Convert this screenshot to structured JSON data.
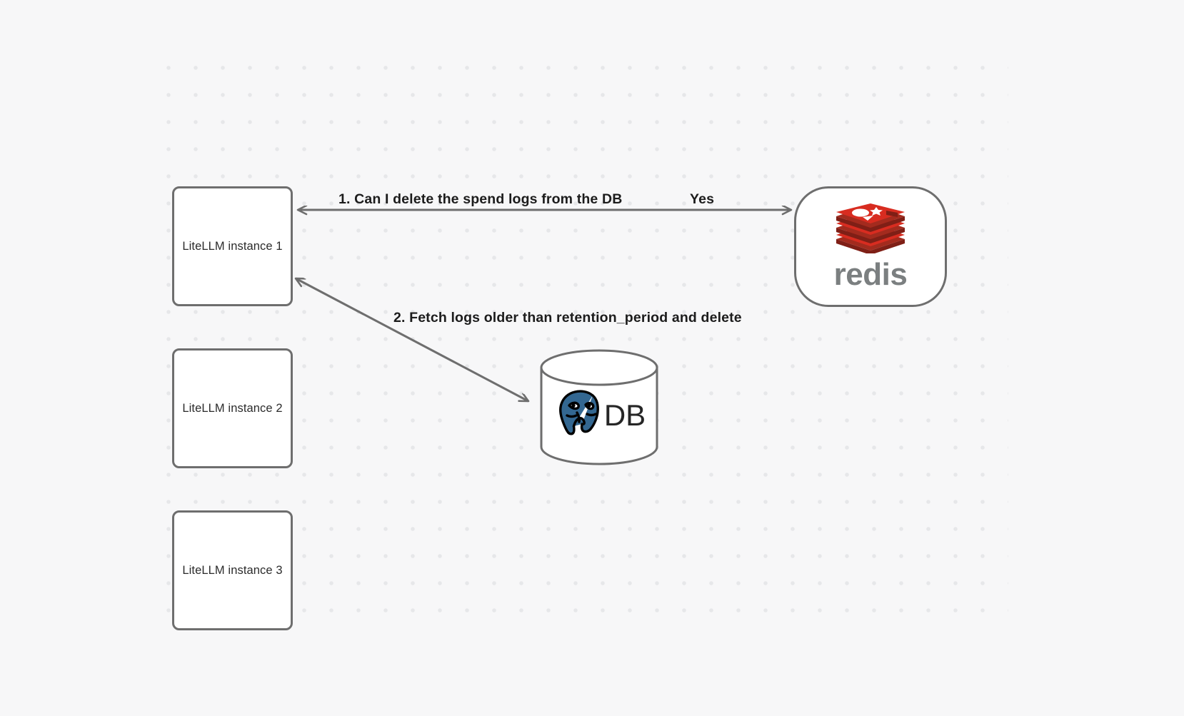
{
  "diagram": {
    "type": "flow-diagram",
    "background_color": "#f7f7f8",
    "grid": "dot-grid",
    "nodes": [
      {
        "id": "litellm-1",
        "label": "LiteLLM instance 1",
        "shape": "rounded-rect"
      },
      {
        "id": "litellm-2",
        "label": "LiteLLM instance 2",
        "shape": "rounded-rect"
      },
      {
        "id": "litellm-3",
        "label": "LiteLLM instance 3",
        "shape": "rounded-rect"
      },
      {
        "id": "redis",
        "label": "redis",
        "shape": "rounded-rect-pill",
        "logo": "redis-logo",
        "logo_color": "#d82c20"
      },
      {
        "id": "db",
        "label": "DB",
        "shape": "cylinder",
        "logo": "postgresql-elephant-icon",
        "logo_color": "#336791"
      }
    ],
    "edges": [
      {
        "id": "edge-1",
        "from": "redis",
        "to": "litellm-1",
        "label": "1.  Can I delete the spend logs from the DB",
        "reply_label": "Yes",
        "style": "double-arrow-horizontal",
        "color": "#6e6e6e"
      },
      {
        "id": "edge-2",
        "from": "litellm-1",
        "to": "db",
        "label": "2.  Fetch logs older than retention_period and delete",
        "style": "double-arrow-diagonal",
        "color": "#6e6e6e"
      }
    ]
  }
}
